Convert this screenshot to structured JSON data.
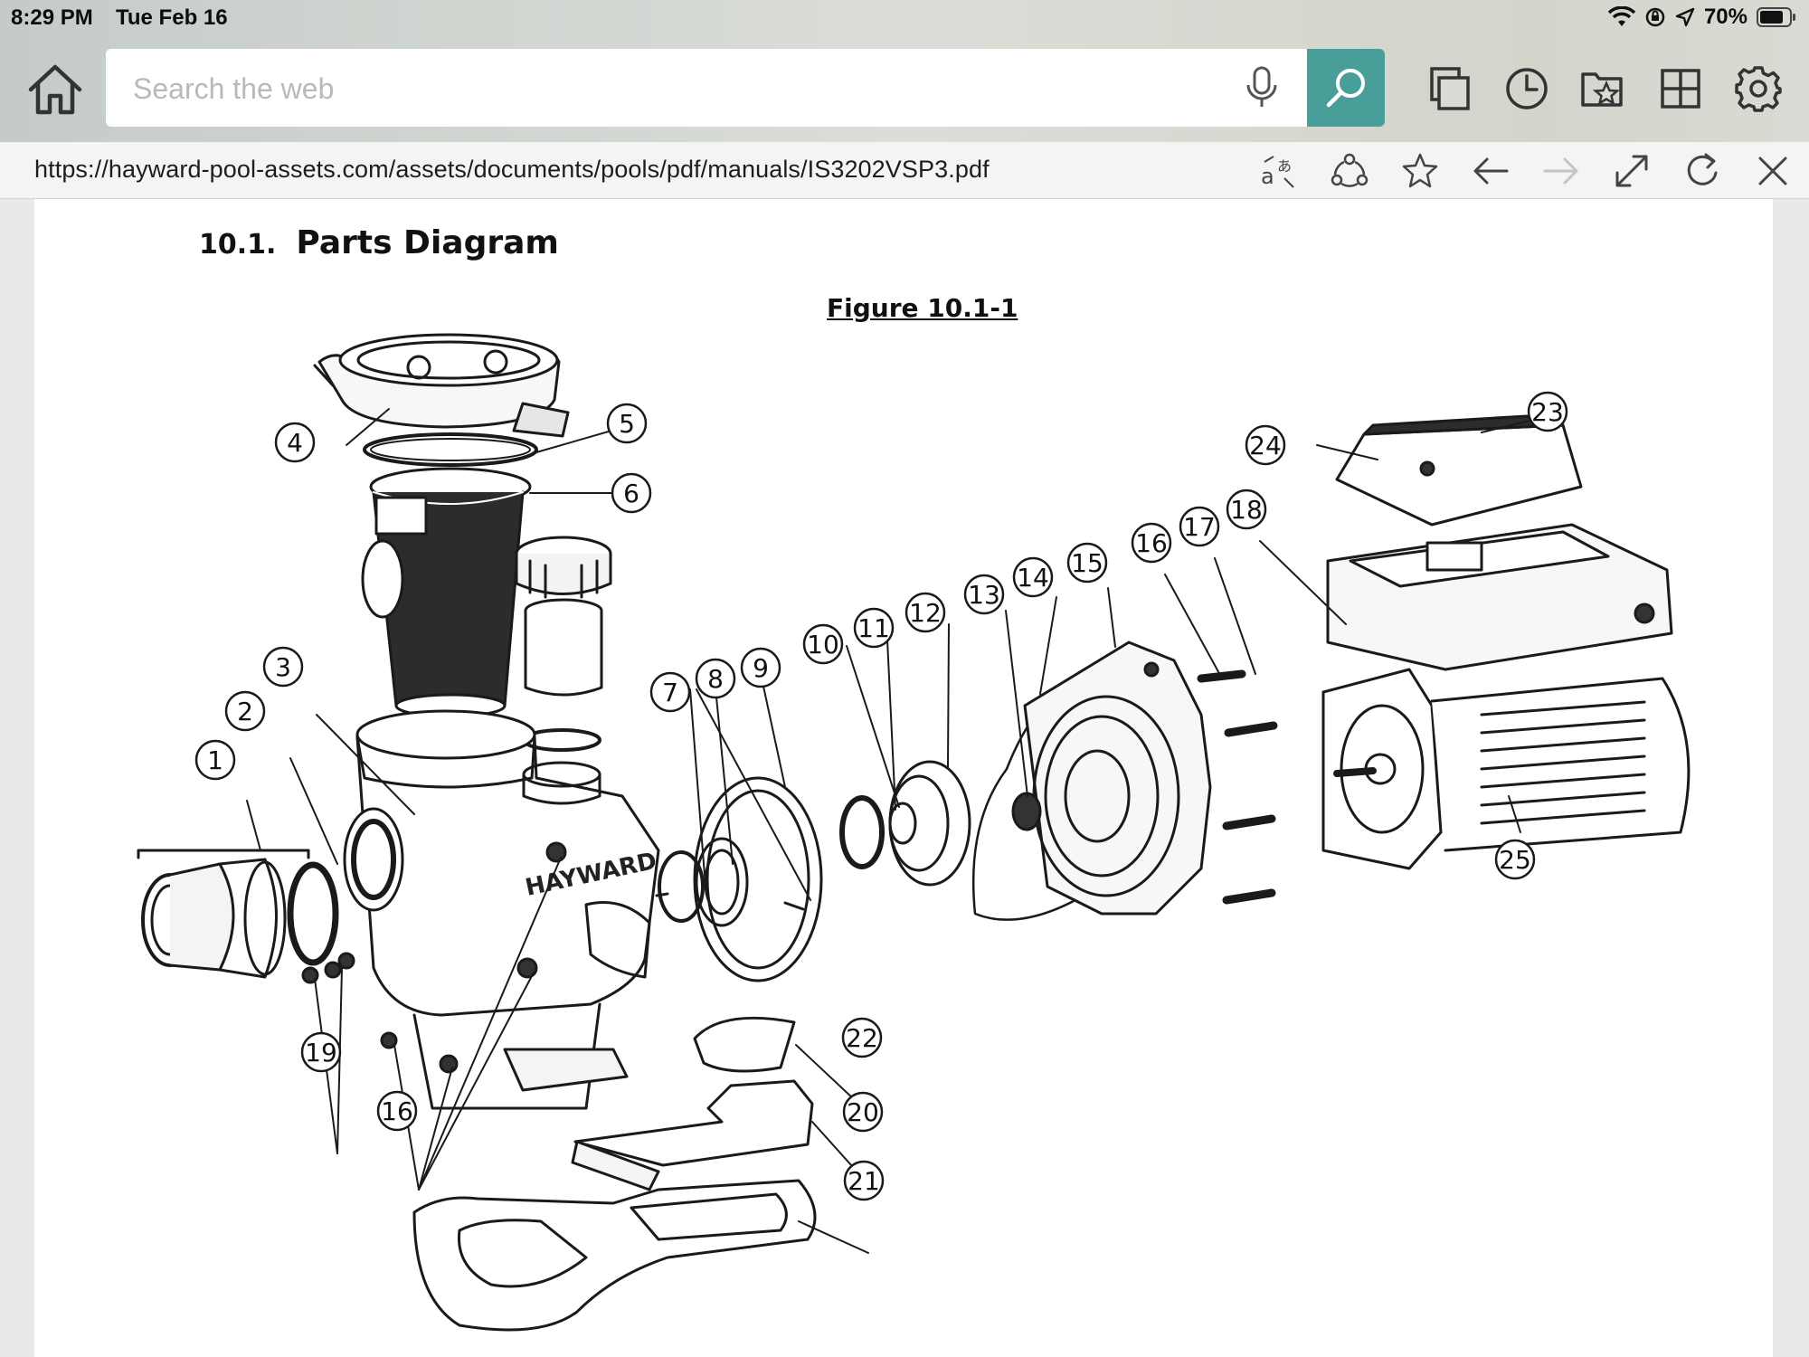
{
  "status_bar": {
    "time": "8:29 PM",
    "date": "Tue Feb 16",
    "battery": "70%",
    "icons": [
      "wifi-icon",
      "orientation-lock-icon",
      "location-icon",
      "battery-icon"
    ]
  },
  "toolbar": {
    "search_placeholder": "Search the web",
    "icons": [
      "home-icon",
      "mic-icon",
      "search-icon",
      "tabs-icon",
      "history-icon",
      "favorites-icon",
      "grid-icon",
      "settings-icon"
    ],
    "accent_color": "#4a9e9a"
  },
  "url_bar": {
    "url": "https://hayward-pool-assets.com/assets/documents/pools/pdf/manuals/IS3202VSP3.pdf",
    "icons": [
      "translate-icon",
      "share-icon",
      "star-icon",
      "back-icon",
      "forward-icon",
      "expand-icon",
      "reload-icon",
      "close-icon"
    ]
  },
  "document": {
    "section_number": "10.1.",
    "section_title": "Parts Diagram",
    "figure_title": "Figure 10.1-1",
    "brand_on_housing": "HAYWARD",
    "callouts": [
      "1",
      "2",
      "3",
      "4",
      "5",
      "6",
      "7",
      "8",
      "9",
      "10",
      "11",
      "12",
      "13",
      "14",
      "15",
      "16",
      "17",
      "18",
      "19",
      "16",
      "20",
      "21",
      "22",
      "23",
      "24",
      "25"
    ]
  }
}
